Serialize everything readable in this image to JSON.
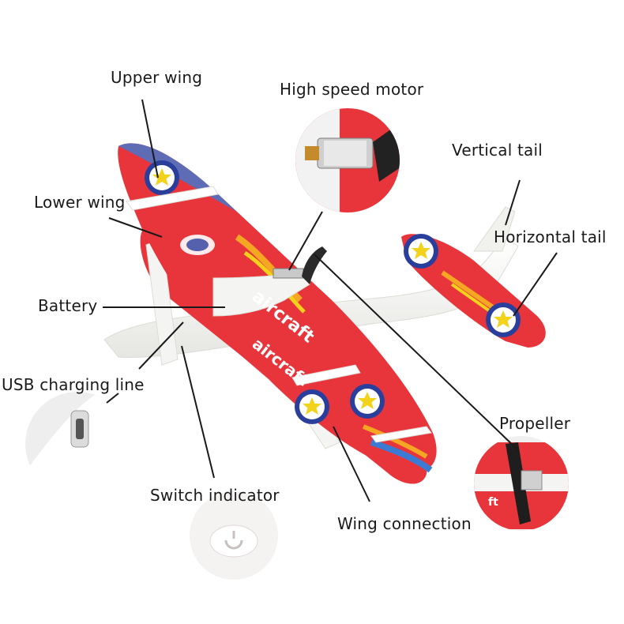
{
  "labels": {
    "upper_wing": "Upper wing",
    "high_speed_motor": "High speed motor",
    "vertical_tail": "Vertical tail",
    "lower_wing": "Lower wing",
    "horizontal_tail": "Horizontal tail",
    "battery": "Battery",
    "usb_charging_line": "USB charging line",
    "propeller": "Propeller",
    "switch_indicator": "Switch indicator",
    "wing_connection": "Wing connection"
  },
  "decals": {
    "aircraft_upper": "aircraft",
    "aircraft_lower": "aircraft"
  },
  "colors": {
    "body_red": "#e8353b",
    "dark_red": "#c81e2a",
    "foam_white": "#f4f4f2",
    "star_yellow": "#f2d21a",
    "roundel_blue": "#2a3f9c",
    "stripe_blue": "#3b7bd4",
    "stripe_orange": "#f5a623",
    "leader_line": "#1a1a1a"
  },
  "icons": [
    "motor-closeup",
    "usb-port-closeup",
    "switch-closeup",
    "propeller-closeup",
    "star-roundel"
  ]
}
